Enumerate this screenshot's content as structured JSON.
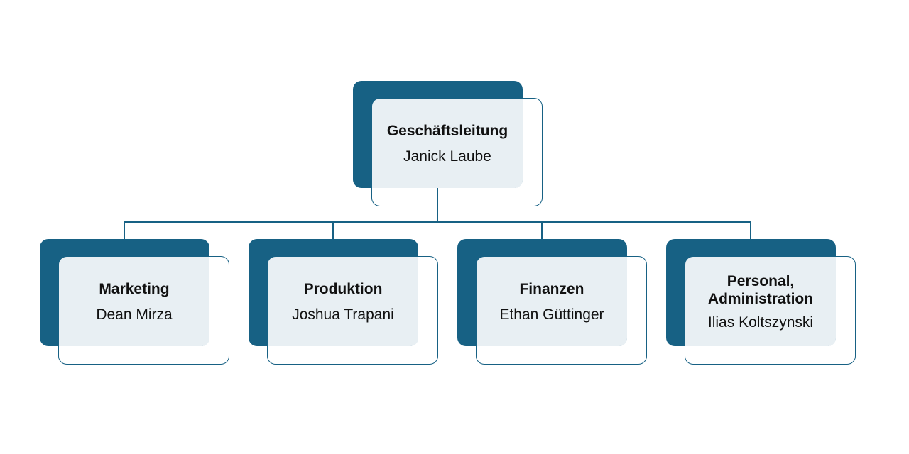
{
  "colors": {
    "plate": "#176184",
    "card_fill": "#e8eff3",
    "connector": "#176184"
  },
  "root": {
    "title": "Geschäftsleitung",
    "person": "Janick Laube"
  },
  "departments": [
    {
      "title": "Marketing",
      "person": "Dean Mirza"
    },
    {
      "title": "Produktion",
      "person": "Joshua Trapani"
    },
    {
      "title": "Finanzen",
      "person": "Ethan Güttinger"
    },
    {
      "title": "Personal, Administration",
      "person": "Ilias Koltszynski"
    }
  ]
}
